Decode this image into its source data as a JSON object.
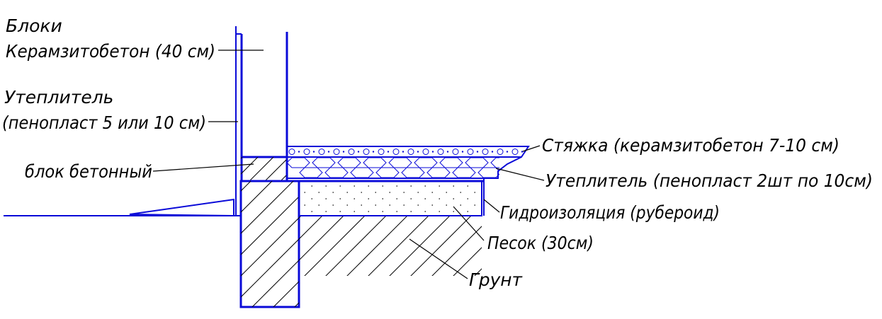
{
  "labels": {
    "blocks_line1": "Блоки",
    "blocks_line2": "Керамзитобетон (40 см)",
    "insul_wall_line1": "Утеплитель",
    "insul_wall_line2": "(пенопласт 5 или 10 см)",
    "concrete_block": "блок бетонный",
    "screed": "Стяжка (керамзитобетон 7-10 см)",
    "insul_floor": "Утеплитель (пенопласт 2шт по 10см)",
    "waterproofing": "Гидроизоляция (рубероид)",
    "sand": "Песок (30см)",
    "soil": "Грунт"
  },
  "colors": {
    "outline": "#0a0ad8",
    "text": "#000000"
  }
}
